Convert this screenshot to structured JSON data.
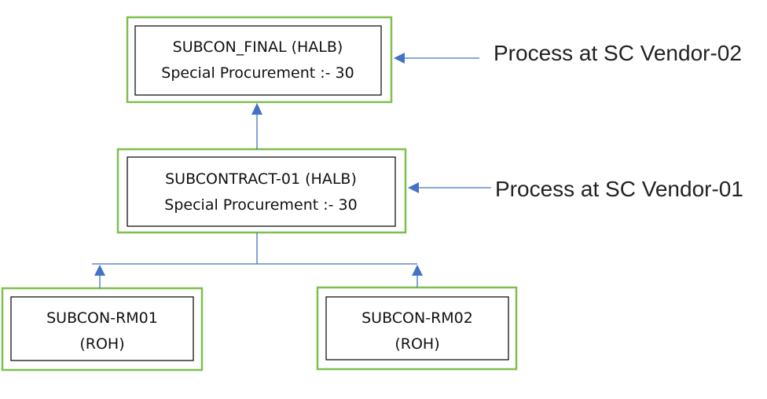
{
  "nodes": {
    "final": {
      "line1": "SUBCON_FINAL (HALB)",
      "line2": "Special Procurement :- 30"
    },
    "subcontract": {
      "line1": "SUBCONTRACT-01 (HALB)",
      "line2": "Special Procurement :- 30"
    },
    "rm01": {
      "line1": "SUBCON-RM01",
      "line2": "(ROH)"
    },
    "rm02": {
      "line1": "SUBCON-RM02",
      "line2": "(ROH)"
    }
  },
  "annotations": {
    "vendor02": "Process at SC Vendor-02",
    "vendor01": "Process at SC Vendor-01"
  },
  "colors": {
    "box_border": "#7fbf4f",
    "connector": "#4472c4"
  }
}
